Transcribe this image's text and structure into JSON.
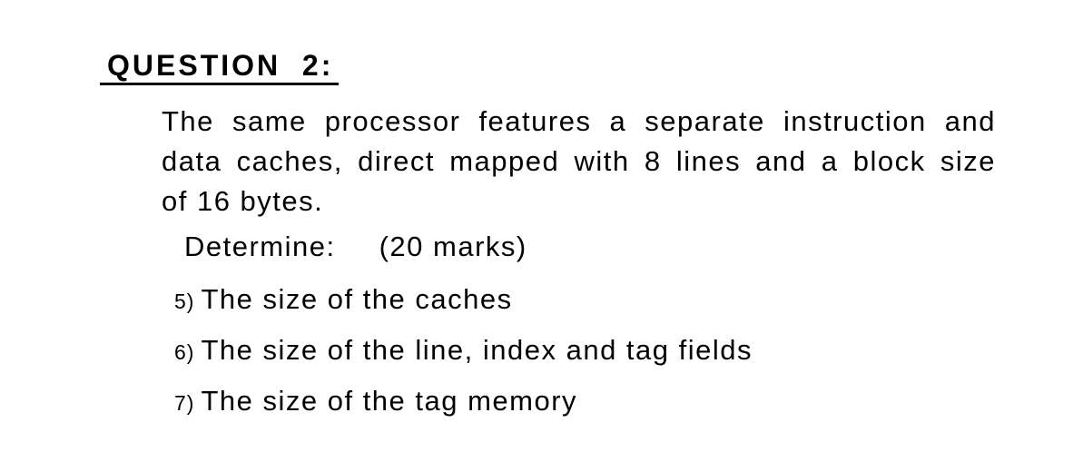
{
  "page": {
    "background_color": "#ffffff",
    "text_color": "#000000"
  },
  "heading": {
    "text": "QUESTION  2:"
  },
  "paragraph": {
    "lines": [
      "The same processor features a separate instruction and",
      "data caches, direct mapped with 8 lines and a block size",
      "of 16 bytes."
    ]
  },
  "determine": {
    "label": "Determine:",
    "marks": "(20 marks)"
  },
  "items": [
    {
      "num": "5)",
      "text": "The size of the caches"
    },
    {
      "num": "6)",
      "text": "The size of the line, index and tag fields"
    },
    {
      "num": "7)",
      "text": "The size of the tag memory"
    }
  ]
}
